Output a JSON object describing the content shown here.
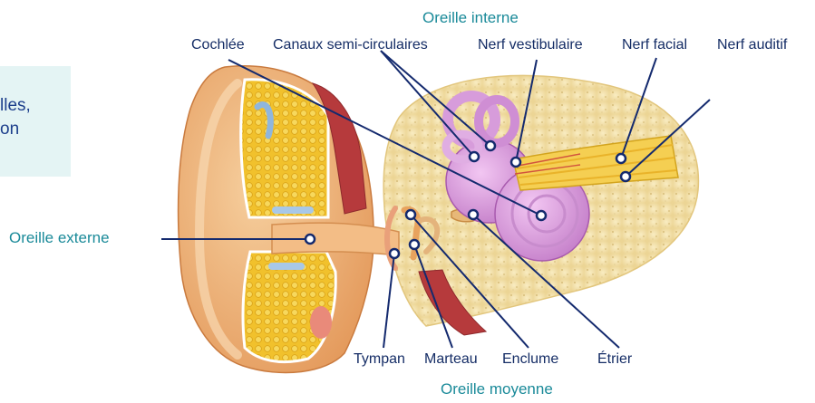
{
  "info_box": {
    "lines": [
      "lles,",
      "on"
    ]
  },
  "groups": {
    "inner_ear": "Oreille interne",
    "middle_ear": "Oreille moyenne",
    "outer_ear": "Oreille externe"
  },
  "labels": {
    "cochlea": "Cochlée",
    "semicircular_canals": "Canaux semi-circulaires",
    "vestibular_nerve": "Nerf vestibulaire",
    "facial_nerve": "Nerf facial",
    "auditory_nerve": "Nerf auditif",
    "eardrum": "Tympan",
    "malleus": "Marteau",
    "incus": "Enclume",
    "stapes": "Étrier"
  },
  "colors": {
    "label_text": "#152d66",
    "group_text": "#1a8a99",
    "leader_line": "#142a6e",
    "info_box_bg": "#e4f4f4"
  }
}
